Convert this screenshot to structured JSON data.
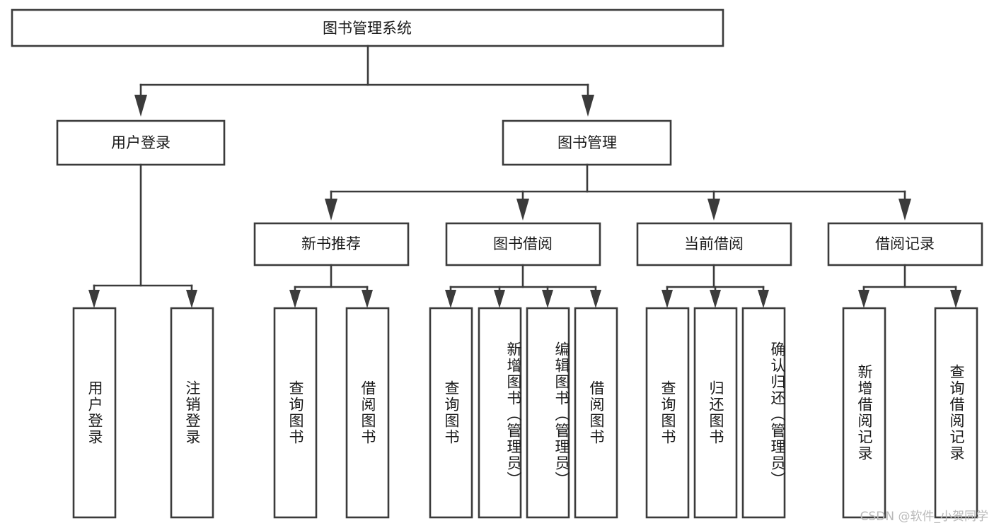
{
  "diagram": {
    "type": "tree-hierarchy-chart",
    "title": "图书管理系统",
    "root": {
      "id": "root",
      "label": "图书管理系统"
    },
    "level1": [
      {
        "id": "user-login",
        "label": "用户登录"
      },
      {
        "id": "book-manage",
        "label": "图书管理"
      }
    ],
    "level2": [
      {
        "id": "new-book-rec",
        "label": "新书推荐",
        "parent": "book-manage"
      },
      {
        "id": "book-borrow",
        "label": "图书借阅",
        "parent": "book-manage"
      },
      {
        "id": "current-borrow",
        "label": "当前借阅",
        "parent": "book-manage"
      },
      {
        "id": "borrow-record",
        "label": "借阅记录",
        "parent": "book-manage"
      }
    ],
    "leaves": {
      "user-login": [
        {
          "id": "leaf-user-login",
          "label": "用户登录"
        },
        {
          "id": "leaf-user-logout",
          "label": "注销登录"
        }
      ],
      "new-book-rec": [
        {
          "id": "leaf-query-book-1",
          "label": "查询图书"
        },
        {
          "id": "leaf-borrow-book-1",
          "label": "借阅图书"
        }
      ],
      "book-borrow": [
        {
          "id": "leaf-query-book-2",
          "label": "查询图书"
        },
        {
          "id": "leaf-add-book",
          "label": "新增图书（管理员）"
        },
        {
          "id": "leaf-edit-book",
          "label": "编辑图书（管理员）"
        },
        {
          "id": "leaf-borrow-book-2",
          "label": "借阅图书"
        }
      ],
      "current-borrow": [
        {
          "id": "leaf-query-book-3",
          "label": "查询图书"
        },
        {
          "id": "leaf-return-book",
          "label": "归还图书"
        },
        {
          "id": "leaf-confirm-return",
          "label": "确认归还（管理员）"
        }
      ],
      "borrow-record": [
        {
          "id": "leaf-add-record",
          "label": "新增借阅记录"
        },
        {
          "id": "leaf-query-record",
          "label": "查询借阅记录"
        }
      ]
    },
    "colors": {
      "stroke": "#3b3b3b",
      "fill": "#ffffff",
      "text": "#1a1a1a",
      "watermark": "#b9b9b9",
      "background": "#ffffff"
    }
  },
  "watermark": {
    "text": "CSDN @软件_小贺同学"
  }
}
